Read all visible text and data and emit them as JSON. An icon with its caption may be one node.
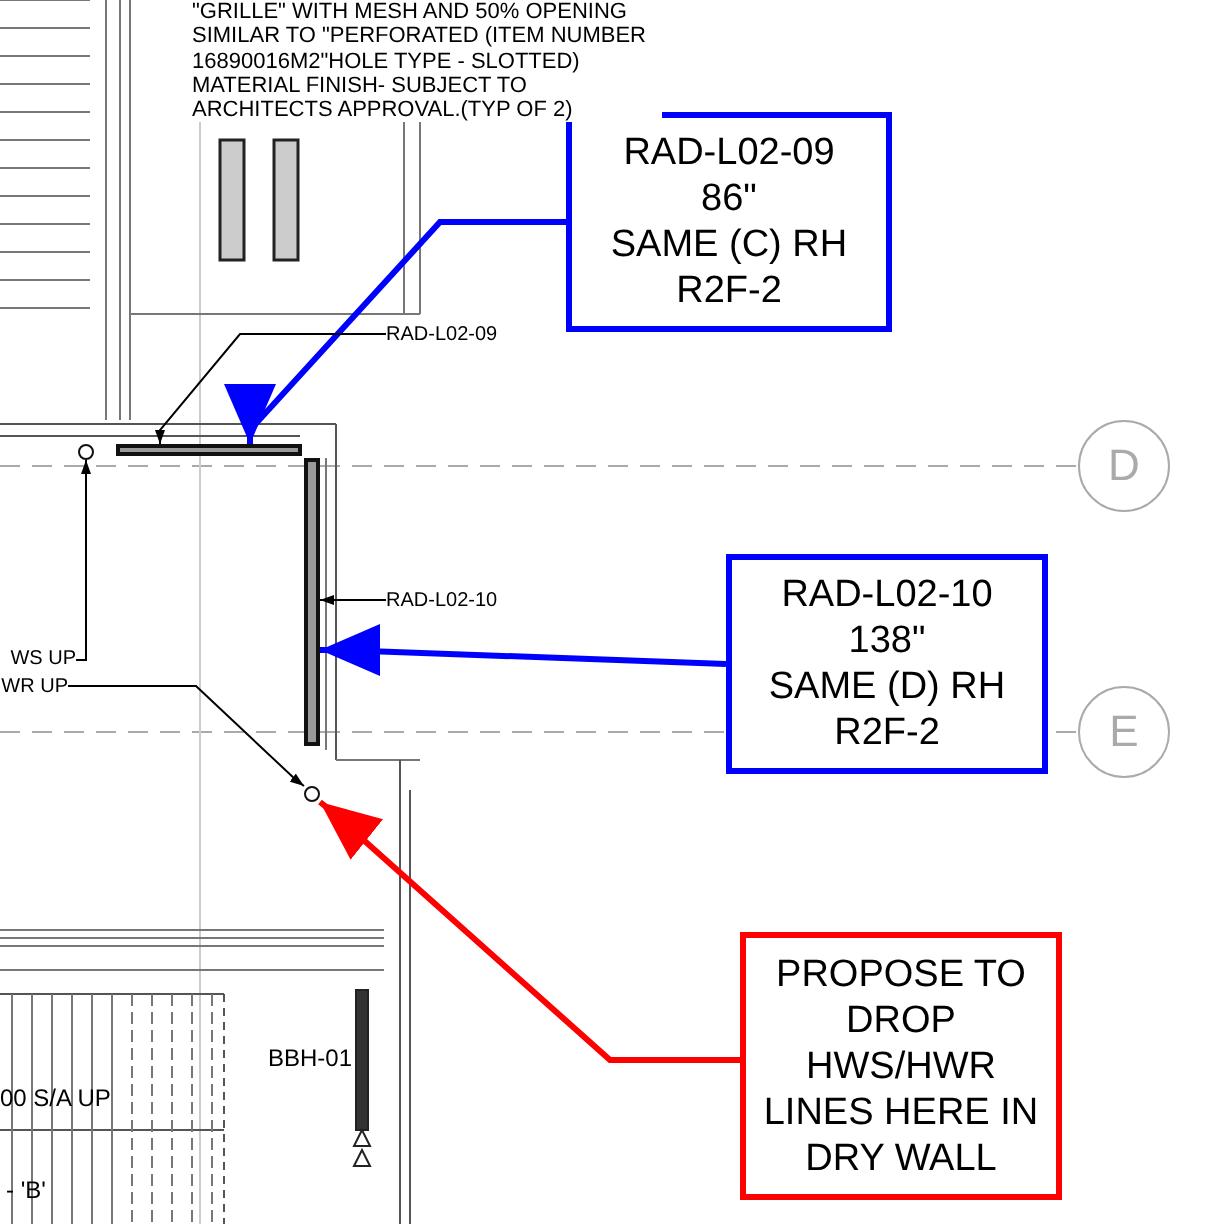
{
  "diagram": {
    "nodes": [
      {
        "text": [
          "RAD-L02-09",
          "86\"",
          "SAME (C) RH",
          "R2F-2"
        ]
      },
      {
        "text": [],
        "shape": "bar"
      },
      {
        "text": [
          "RAD-L02-10",
          "138\"",
          "SAME (D) RH",
          "R2F-2"
        ]
      },
      {
        "text": [],
        "shape": "bar"
      },
      {
        "text": [
          "PROPOSE TO DROP HWS/HWR LINES HERE IN DRY WALL"
        ]
      },
      {
        "text": [],
        "shape": "circle"
      },
      {
        "text": [
          "RAD-L02-09"
        ]
      },
      {
        "text": [
          "RAD-L02-10"
        ]
      },
      {
        "text": [
          "WS UP"
        ]
      },
      {
        "text": [],
        "shape": "circle"
      },
      {
        "text": [
          "WR UP"
        ]
      },
      {
        "text": [
          "D"
        ]
      },
      {
        "text": [
          "E"
        ]
      }
    ],
    "edges": [
      {
        "from": 0,
        "to": 1,
        "arrow": "to",
        "style": "thick",
        "color": "#0000ff"
      },
      {
        "from": 2,
        "to": 3,
        "arrow": "to",
        "style": "thick",
        "color": "#0000ff"
      },
      {
        "from": 4,
        "to": 5,
        "arrow": "to",
        "style": "thick",
        "color": "#ff0000"
      },
      {
        "from": 6,
        "to": 1,
        "arrow": "to"
      },
      {
        "from": 7,
        "to": 3,
        "arrow": "to"
      },
      {
        "from": 8,
        "to": 9,
        "arrow": "to"
      },
      {
        "from": 10,
        "to": 5,
        "arrow": "to"
      }
    ],
    "labels": [
      "\"GRILLE\" WITH MESH AND 50% OPENING SIMILAR TO \"PERFORATED (ITEM NUMBER 16890016M2\"HOLE TYPE - SLOTTED) MATERIAL FINISH- SUBJECT TO ARCHITECTS APPROVAL.(TYP OF 2)",
      "BBH-01",
      "00 S/A UP",
      "- 'B'"
    ]
  }
}
